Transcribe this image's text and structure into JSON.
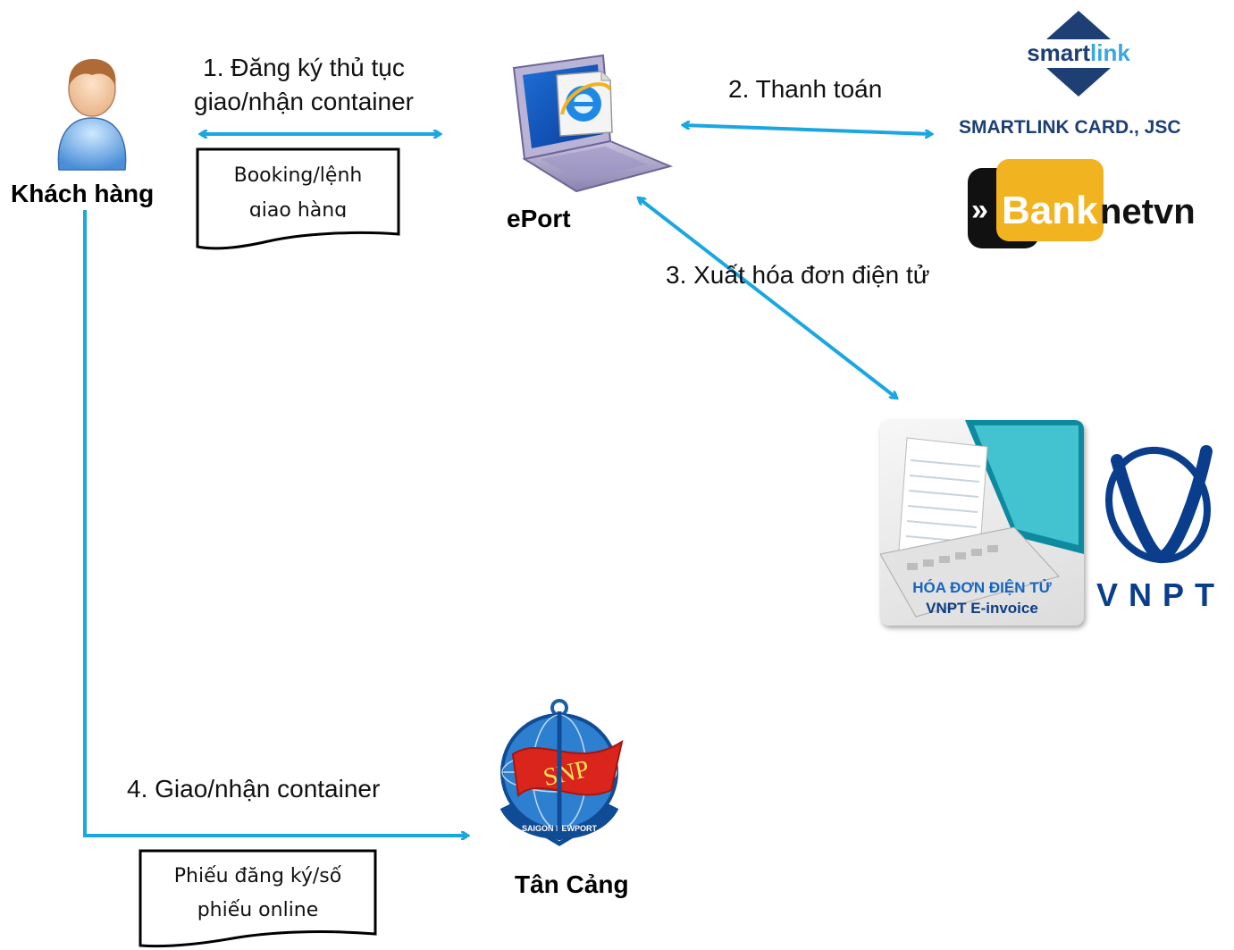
{
  "steps": {
    "s1_line1": "1. Đăng ký thủ tục",
    "s1_line2": "giao/nhận container",
    "s2": "2. Thanh toán",
    "s3": "3. Xuất hóa đơn điện tử",
    "s4": "4. Giao/nhận container"
  },
  "nodes": {
    "customer": "Khách hàng",
    "eport": "ePort",
    "tancang": "Tân Cảng"
  },
  "documents": {
    "booking_line1": "Booking/lệnh",
    "booking_line2": "giao hàng",
    "phieu_line1": "Phiếu đăng ký/số",
    "phieu_line2": "phiếu online"
  },
  "logos": {
    "smartlink_word_a": "smart",
    "smartlink_word_b": "link",
    "smartlink_company": "SMARTLINK CARD., JSC",
    "banknet_a": "Bank",
    "banknet_b": "netvn",
    "invoice_line1": "HÓA ĐƠN ĐIỆN TỬ",
    "invoice_line2": "VNPT E-invoice",
    "vnpt": "VNPT",
    "snp_flag": "SNP",
    "snp_ring": "SAIGON NEWPORT"
  },
  "colors": {
    "arrow": "#1aa7e1",
    "smartlink_navy": "#1d3f74",
    "banknet_gold": "#f2b321",
    "vnpt_blue": "#0a3e8c",
    "snp_red": "#d9251c"
  }
}
